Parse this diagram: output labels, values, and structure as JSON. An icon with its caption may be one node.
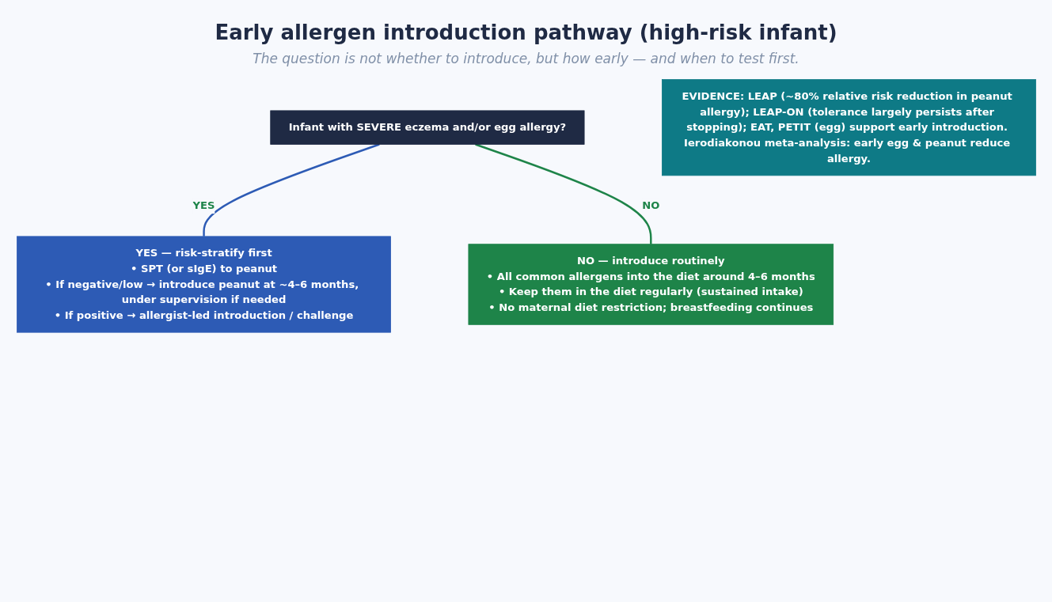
{
  "diagram": {
    "title": "Early allergen introduction pathway (high-risk infant)",
    "caption": "The question is not whether to introduce, but how early — and when to test first.",
    "nodes": [
      {
        "text": [
          "Infant with SEVERE eczema and/or egg allergy?"
        ]
      },
      {
        "text": [
          "YES — risk-stratify first",
          "• SPT (or sIgE) to peanut",
          "• If negative/low → introduce peanut at ~4–6 months, under supervision if needed",
          "• If positive → allergist-led introduction / challenge"
        ]
      },
      {
        "text": [
          "NO — introduce routinely",
          "• All common allergens into the diet around 4–6 months",
          "• Keep them in the diet regularly (sustained intake)",
          "• No maternal diet restriction; breastfeeding continues"
        ]
      },
      {
        "text": [
          "EVIDENCE: LEAP (~80% relative risk reduction in peanut allergy); LEAP-ON (tolerance largely persists after stopping); EAT, PETIT (egg) support early introduction. Ierodiakonou meta-analysis: early egg & peanut reduce allergy."
        ]
      }
    ],
    "edges": [
      {
        "from": 0,
        "to": 1,
        "arrow": "none",
        "label": "YES",
        "color": "#2d5bb5"
      },
      {
        "from": 0,
        "to": 2,
        "arrow": "none",
        "label": "NO",
        "color": "#1e8449"
      }
    ]
  }
}
